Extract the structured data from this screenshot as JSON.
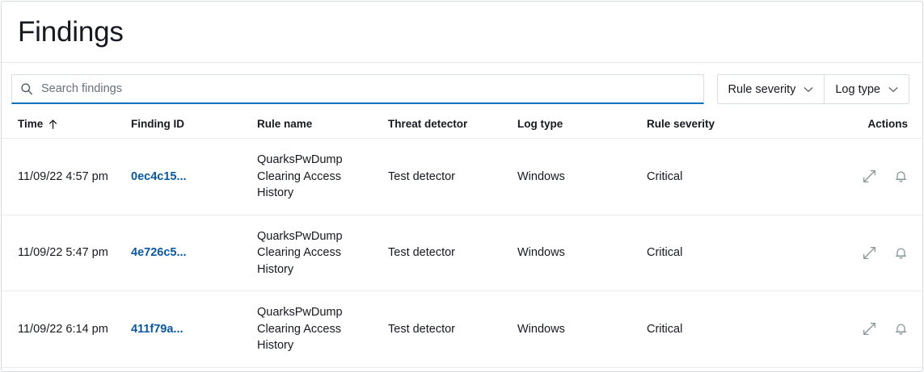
{
  "header": {
    "title": "Findings"
  },
  "search": {
    "placeholder": "Search findings",
    "value": "",
    "icon": "search-icon"
  },
  "filters": [
    {
      "label": "Rule severity",
      "icon": "chevron-down-icon"
    },
    {
      "label": "Log type",
      "icon": "chevron-down-icon"
    }
  ],
  "table": {
    "columns": [
      {
        "key": "time",
        "label": "Time",
        "sort": "ascending",
        "sort_icon": "arrow-up-icon"
      },
      {
        "key": "finding_id",
        "label": "Finding ID"
      },
      {
        "key": "rule_name",
        "label": "Rule name"
      },
      {
        "key": "threat_detector",
        "label": "Threat detector"
      },
      {
        "key": "log_type",
        "label": "Log type"
      },
      {
        "key": "rule_severity",
        "label": "Rule severity"
      },
      {
        "key": "actions",
        "label": "Actions"
      }
    ],
    "rows": [
      {
        "time": "11/09/22 4:57 pm",
        "finding_id": "0ec4c15...",
        "rule_name": "QuarksPwDump Clearing Access History",
        "threat_detector": "Test detector",
        "log_type": "Windows",
        "rule_severity": "Critical",
        "actions": {
          "expand": "expand-icon",
          "alert": "bell-icon"
        }
      },
      {
        "time": "11/09/22 5:47 pm",
        "finding_id": "4e726c5...",
        "rule_name": "QuarksPwDump Clearing Access History",
        "threat_detector": "Test detector",
        "log_type": "Windows",
        "rule_severity": "Critical",
        "actions": {
          "expand": "expand-icon",
          "alert": "bell-icon"
        }
      },
      {
        "time": "11/09/22 6:14 pm",
        "finding_id": "411f79a...",
        "rule_name": "QuarksPwDump Clearing Access History",
        "threat_detector": "Test detector",
        "log_type": "Windows",
        "rule_severity": "Critical",
        "actions": {
          "expand": "expand-icon",
          "alert": "bell-icon"
        }
      }
    ]
  },
  "colors": {
    "link": "#0a58a2",
    "focus_underline": "#0073bb",
    "border": "#d5dbdb",
    "row_divider": "#e9ebed",
    "text": "#16191f",
    "icon_muted": "#879596"
  }
}
